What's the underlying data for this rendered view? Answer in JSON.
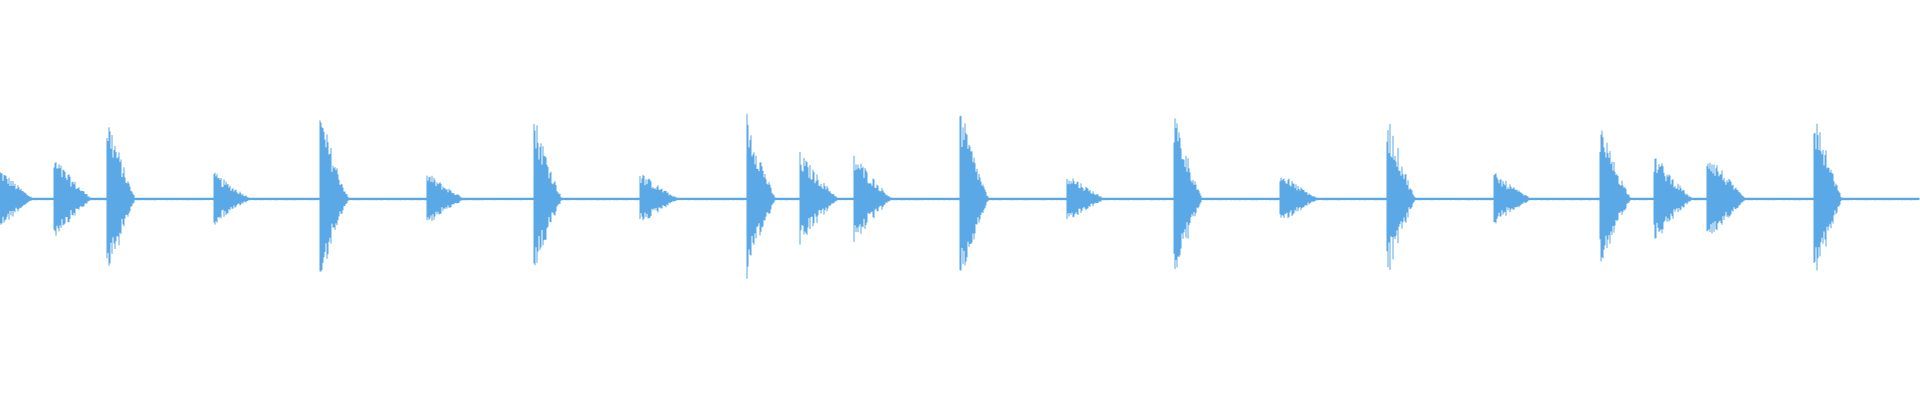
{
  "waveform": {
    "color": "#5aa9e6",
    "background": "#ffffff",
    "duration_beats": 36,
    "hits": [
      {
        "t": 0.0,
        "amp": 0.16,
        "decay": 0.65
      },
      {
        "t": 1.0,
        "amp": 0.22,
        "decay": 0.75
      },
      {
        "t": 2.0,
        "amp": 0.45,
        "decay": 0.55
      },
      {
        "t": 4.0,
        "amp": 0.14,
        "decay": 0.75
      },
      {
        "t": 6.0,
        "amp": 0.45,
        "decay": 0.55
      },
      {
        "t": 8.0,
        "amp": 0.14,
        "decay": 0.75
      },
      {
        "t": 10.0,
        "amp": 0.45,
        "decay": 0.55
      },
      {
        "t": 12.0,
        "amp": 0.14,
        "decay": 0.75
      },
      {
        "t": 14.0,
        "amp": 0.45,
        "decay": 0.55
      },
      {
        "t": 15.0,
        "amp": 0.24,
        "decay": 0.75
      },
      {
        "t": 16.0,
        "amp": 0.24,
        "decay": 0.75
      },
      {
        "t": 18.0,
        "amp": 0.47,
        "decay": 0.55
      },
      {
        "t": 20.0,
        "amp": 0.14,
        "decay": 0.75
      },
      {
        "t": 22.0,
        "amp": 0.47,
        "decay": 0.55
      },
      {
        "t": 24.0,
        "amp": 0.14,
        "decay": 0.75
      },
      {
        "t": 26.0,
        "amp": 0.45,
        "decay": 0.55
      },
      {
        "t": 28.0,
        "amp": 0.14,
        "decay": 0.75
      },
      {
        "t": 30.0,
        "amp": 0.38,
        "decay": 0.6
      },
      {
        "t": 31.0,
        "amp": 0.24,
        "decay": 0.75
      },
      {
        "t": 32.0,
        "amp": 0.26,
        "decay": 0.75
      },
      {
        "t": 34.0,
        "amp": 0.47,
        "decay": 0.55
      }
    ],
    "noise_floor": 0.006
  }
}
